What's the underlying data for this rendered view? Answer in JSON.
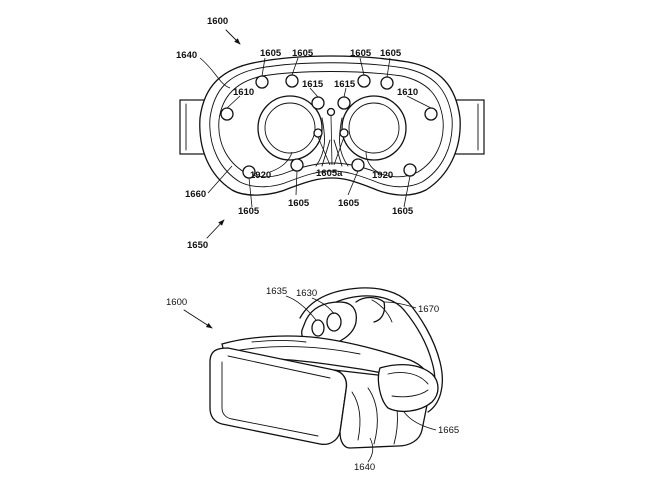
{
  "figure": {
    "top_view": {
      "reference": "1600",
      "body_label": "1640",
      "inner_label": "1660",
      "bottom_arrow_label": "1650",
      "sensor_labels": {
        "top_left_1": "1605",
        "top_left_2": "1605",
        "top_right_1": "1605",
        "top_right_2": "1605",
        "bottom_left_1": "1605",
        "bottom_left_2": "1605",
        "bottom_right_1": "1605",
        "bottom_right_2": "1605",
        "center": "1605a"
      },
      "side_labels": {
        "left": "1610",
        "right": "1610"
      },
      "nose_labels": {
        "left": "1615",
        "right": "1615"
      },
      "lens_labels": {
        "left": "1920",
        "right": "1920"
      }
    },
    "perspective_view": {
      "reference": "1600",
      "label_1635": "1635",
      "label_1630": "1630",
      "label_1670": "1670",
      "label_1665": "1665",
      "label_1640": "1640"
    }
  }
}
